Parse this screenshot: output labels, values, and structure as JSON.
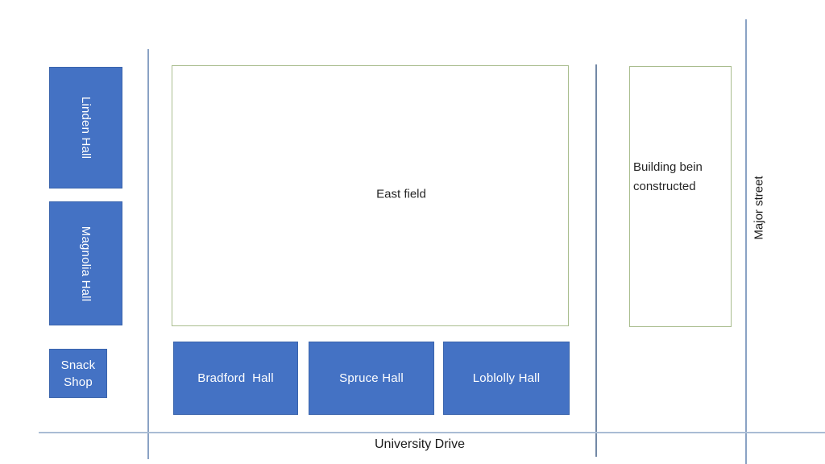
{
  "palette": {
    "building_fill": "#4472C4",
    "building_border": "#3A64AC",
    "building_label_color": "#FFFFFF",
    "area_border_green": "#A9BD8E",
    "street_line_light": "#A9BCD4",
    "street_line_medium": "#8AA2C4",
    "street_line_dark": "#7288A6",
    "dark_text_color": "#262626"
  },
  "halls": {
    "linden": {
      "label": "Linden Hall"
    },
    "magnolia": {
      "label": "Magnolia Hall"
    },
    "snack": {
      "label": "Snack\nShop"
    },
    "bradford": {
      "label": "Bradford  Hall"
    },
    "spruce": {
      "label": "Spruce Hall"
    },
    "loblolly": {
      "label": "Loblolly Hall"
    }
  },
  "areas": {
    "east_field": {
      "label": "East field"
    },
    "construction": {
      "label": "Building bein\nconstructed"
    }
  },
  "streets": {
    "university_drive": {
      "label": "University Drive"
    },
    "major_street": {
      "label": "Major street"
    }
  }
}
